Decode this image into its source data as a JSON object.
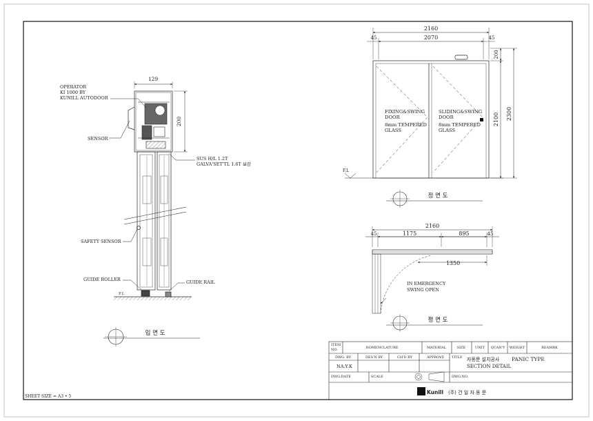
{
  "section_view": {
    "dim_width": "129",
    "dim_height": "200",
    "label_operator": [
      "OPERATOR",
      "KI 1000 BY",
      "KUNILL AUTODOOR"
    ],
    "label_sensor": "SENSOR",
    "label_sus": [
      "SUS H/L 1.2T",
      "GALVA'SET'TL 1.6T 보강"
    ],
    "label_safety_sensor": "SAFETY SENSOR",
    "label_guide_roller": "GUIDE ROLLER",
    "label_guide_rail": "GUIDE RAIL",
    "label_fl": "F.L",
    "view_title": "입 면 도"
  },
  "front_view": {
    "dim_total": "2160",
    "dim_inner": "2070",
    "dim_left": "45",
    "dim_right": "45",
    "dim_top": "200",
    "dim_door_h": "2100",
    "dim_total_h": "2300",
    "label_fixing": [
      "FIXING&SWING",
      "DOOR",
      "8mm TEMPERED",
      "GLASS"
    ],
    "label_sliding": [
      "SLIDING&SWING",
      "DOOR",
      "8mm TEMPERED",
      "GLASS"
    ],
    "label_fl": "F.L",
    "view_title": "정 면 도"
  },
  "plan_view": {
    "dim_total": "2160",
    "dim_left": "45",
    "dim_a": "1175",
    "dim_b": "895",
    "dim_right": "45",
    "dim_open": "1350",
    "label_emergency": [
      "IN EMERGENCY",
      "SWING OPEN"
    ],
    "view_title": "평 면 도"
  },
  "title_block": {
    "item_no": [
      "ITEM",
      "NO."
    ],
    "nomenclature": "NOMENCLATURE",
    "material": "MATERIAL",
    "size": "SIZE",
    "unit": "UNIT",
    "quanty": "QUAN'Y",
    "weight": "WEIGHT",
    "remark": "REAMRK",
    "dwg_by": "DWG. BY",
    "desn_by": "DES'N BY",
    "chd_by": "CH'D BY",
    "approve": "APPROVE",
    "title_label": "TITLE",
    "title_main": "자동문 설치공사",
    "title_type": "PANIC TYPE",
    "title_sub": "SECTION DETAIL",
    "drawer": "NA.Y.K",
    "dwg_date": "DWG.DATE",
    "scale": "SCALE",
    "dwg_no": "DWG.NO.",
    "company_logo": "Kunill",
    "company_name": "(주) 건 일 자 동 문"
  },
  "sheet_size": "SHEET SIZE = A3 • 5"
}
